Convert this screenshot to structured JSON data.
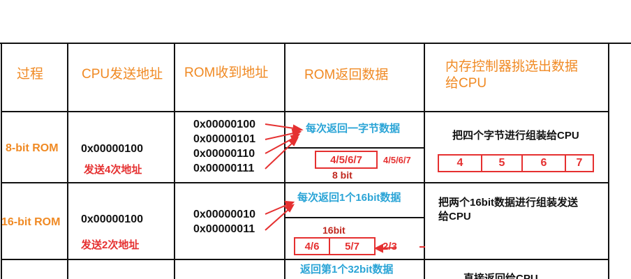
{
  "headers": {
    "process": "过程",
    "cpu_send": "CPU发送地址",
    "rom_recv": "ROM收到地址",
    "rom_return": "ROM返回数据",
    "mem_ctrl_line1": "内存控制器挑选出数据",
    "mem_ctrl_line2": "给CPU"
  },
  "row8": {
    "label": "8-bit ROM",
    "cpu_addr": "0x00000100",
    "cpu_note": "发送4次地址",
    "rom_addrs": [
      "0x00000100",
      "0x00000101",
      "0x00000110",
      "0x00000111"
    ],
    "return_note": "每次返回一字节数据",
    "buffer": "4/5/6/7",
    "buffer_side": "4/5/6/7",
    "bus_width": "8 bit",
    "assemble_note": "把四个字节进行组装给CPU",
    "bytes": [
      "4",
      "5",
      "6",
      "7"
    ]
  },
  "row16": {
    "label": "16-bit ROM",
    "cpu_addr": "0x00000100",
    "cpu_note": "发送2次地址",
    "rom_addrs": [
      "0x00000010",
      "0x00000011"
    ],
    "return_note": "每次返回1个16bit数据",
    "bus_width": "16bit",
    "cells": [
      "4/6",
      "5/7"
    ],
    "side": "2/3",
    "assemble_line1": "把两个16bit数据进行组装发送",
    "assemble_line2": "给CPU"
  },
  "row32": {
    "return_note": "返回第1个32bit数据",
    "direct_note": "直接返回给CPU"
  },
  "colors": {
    "accent": "#f08a24",
    "highlight": "#e53030",
    "info": "#2aa4d6",
    "text": "#111111"
  }
}
